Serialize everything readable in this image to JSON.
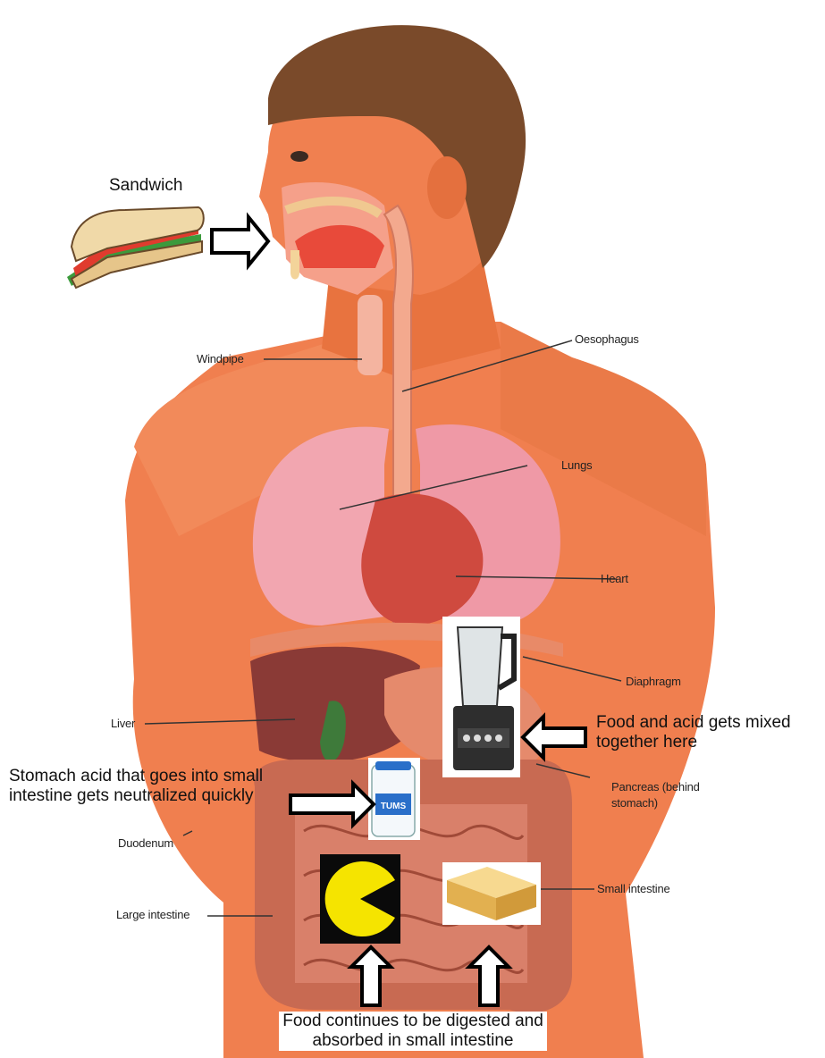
{
  "labels": {
    "sandwich": "Sandwich",
    "windpipe": "Windpipe",
    "oesophagus": "Oesophagus",
    "lungs": "Lungs",
    "heart": "Heart",
    "diaphragm": "Diaphragm",
    "liver": "Liver",
    "pancreas": "Pancreas (behind stomach)",
    "duodenum": "Duodenum",
    "small_intestine": "Small intestine",
    "large_intestine": "Large intestine"
  },
  "notes": {
    "mixing": "Food and acid gets mixed together here",
    "neutralized": "Stomach acid that goes into small intestine gets neutralized quickly",
    "digested": "Food continues to be digested and absorbed in small intestine"
  },
  "product_text": {
    "antacid": "TUMS"
  },
  "colors": {
    "skin": "#f07f4f",
    "skin_dark": "#d9653a",
    "hair": "#7a4a2a",
    "lung": "#f2a6b0",
    "liver": "#8a3a36",
    "intestine": "#c86a52",
    "pacman": "#f5e400",
    "arrow_fill": "#ffffff",
    "arrow_stroke": "#000000"
  }
}
